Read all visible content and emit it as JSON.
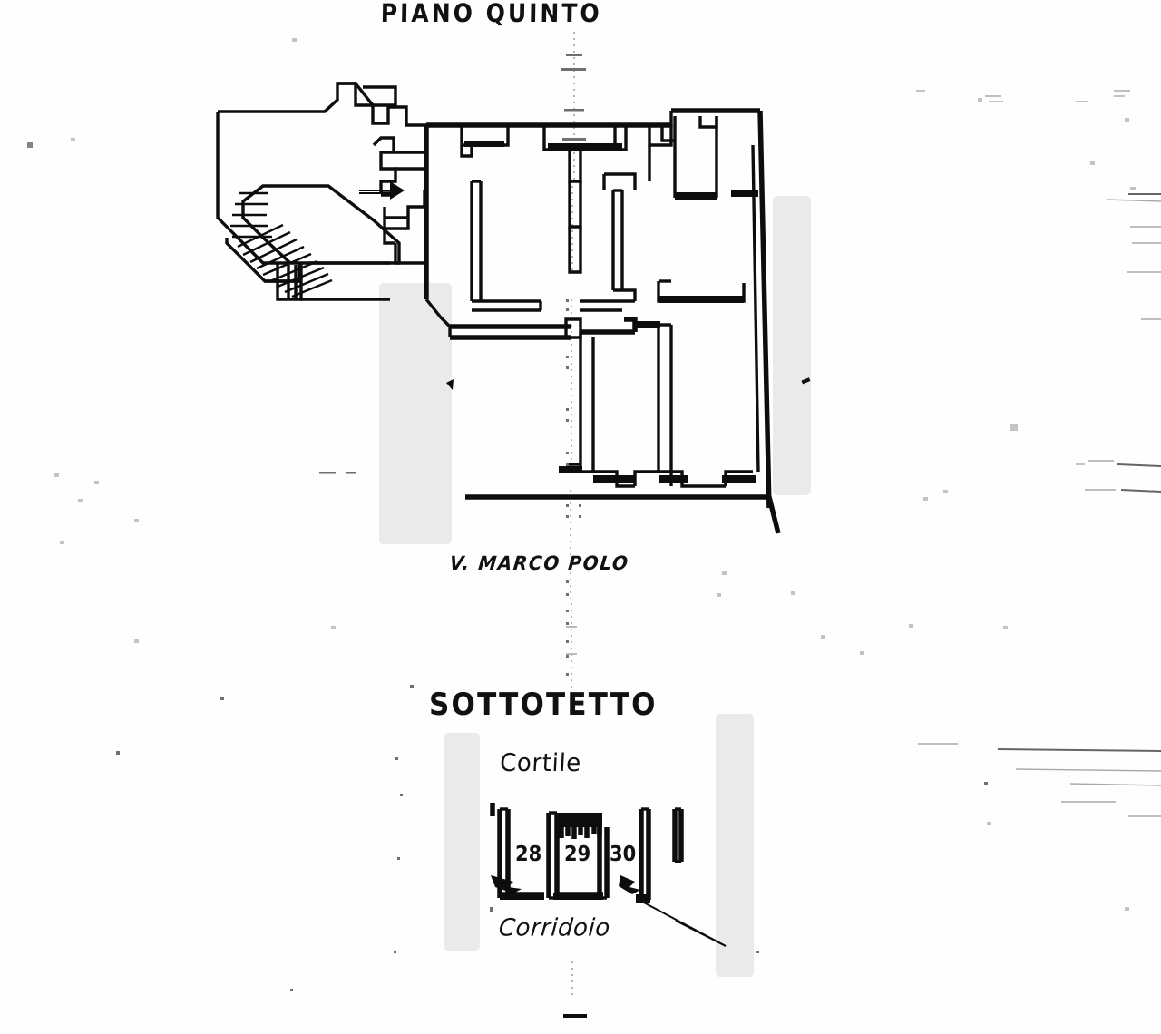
{
  "document": {
    "kind": "scanned-architectural-floor-plan",
    "language": "Italian",
    "ink_color": "#0d0d0d",
    "paper_color": "#fefefe",
    "highlight_color": "#e9e9e9"
  },
  "upper_plan": {
    "title": "PIANO QUINTO",
    "street_label": "V. MARCO POLO"
  },
  "lower_plan": {
    "title": "SOTTOTETTO",
    "courtyard_label": "Cortile",
    "corridor_label": "Corridoio",
    "rooms": [
      {
        "number": "28"
      },
      {
        "number": "29"
      },
      {
        "number": "30"
      }
    ]
  }
}
